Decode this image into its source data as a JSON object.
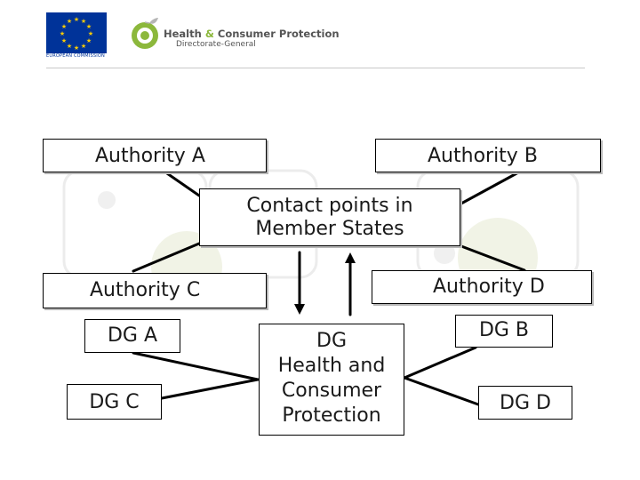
{
  "header": {
    "eu_caption": "EUROPEAN COMMISSION",
    "logo_title_1": "Health",
    "logo_amp": "&",
    "logo_title_2": "Consumer Protection",
    "logo_subtitle": "Directorate-General",
    "colors": {
      "eu_blue": "#003399",
      "eu_star": "#ffcc00",
      "logo_green": "#8cb83c"
    }
  },
  "diagram": {
    "authority_a": "Authority A",
    "authority_b": "Authority B",
    "authority_c": "Authority C",
    "authority_d": "Authority D",
    "contact_line1": "Contact points in",
    "contact_line2": "Member States",
    "dg_a": "DG A",
    "dg_b": "DG B",
    "dg_c": "DG C",
    "dg_d": "DG  D",
    "dg_center_line1": "DG",
    "dg_center_line2": "Health and",
    "dg_center_line3": "Consumer",
    "dg_center_line4": "Protection"
  }
}
